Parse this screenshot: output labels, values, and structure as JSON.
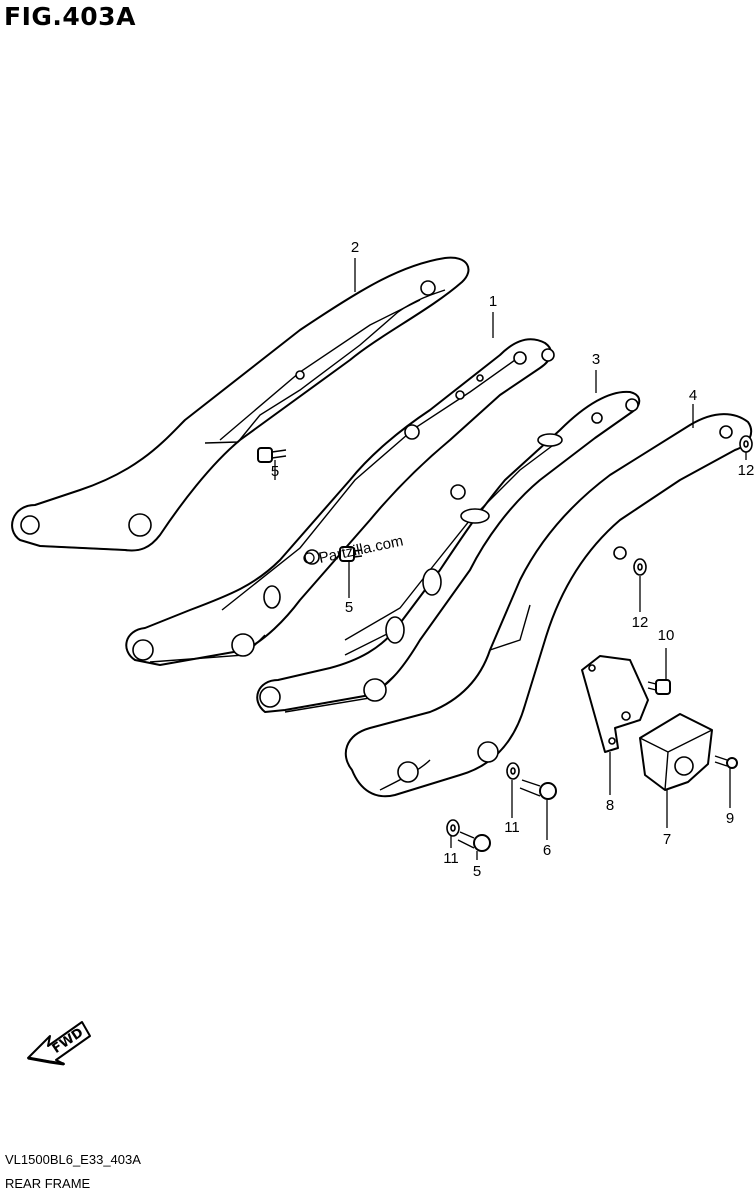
{
  "figure": {
    "title": "FIG.403A",
    "code": "VL1500BL6_E33_403A",
    "name": "REAR FRAME"
  },
  "watermark": "Partzilla.com",
  "fwd_arrow": {
    "label": "FWD",
    "icon": "fwd-arrow-icon"
  },
  "callouts": [
    {
      "id": "1",
      "label": "1"
    },
    {
      "id": "2",
      "label": "2"
    },
    {
      "id": "3",
      "label": "3"
    },
    {
      "id": "4",
      "label": "4"
    },
    {
      "id": "5a",
      "label": "5"
    },
    {
      "id": "5b",
      "label": "5"
    },
    {
      "id": "5c",
      "label": "5"
    },
    {
      "id": "6",
      "label": "6"
    },
    {
      "id": "7",
      "label": "7"
    },
    {
      "id": "8",
      "label": "8"
    },
    {
      "id": "9",
      "label": "9"
    },
    {
      "id": "10",
      "label": "10"
    },
    {
      "id": "11a",
      "label": "11"
    },
    {
      "id": "11b",
      "label": "11"
    },
    {
      "id": "12a",
      "label": "12"
    },
    {
      "id": "12b",
      "label": "12"
    }
  ]
}
